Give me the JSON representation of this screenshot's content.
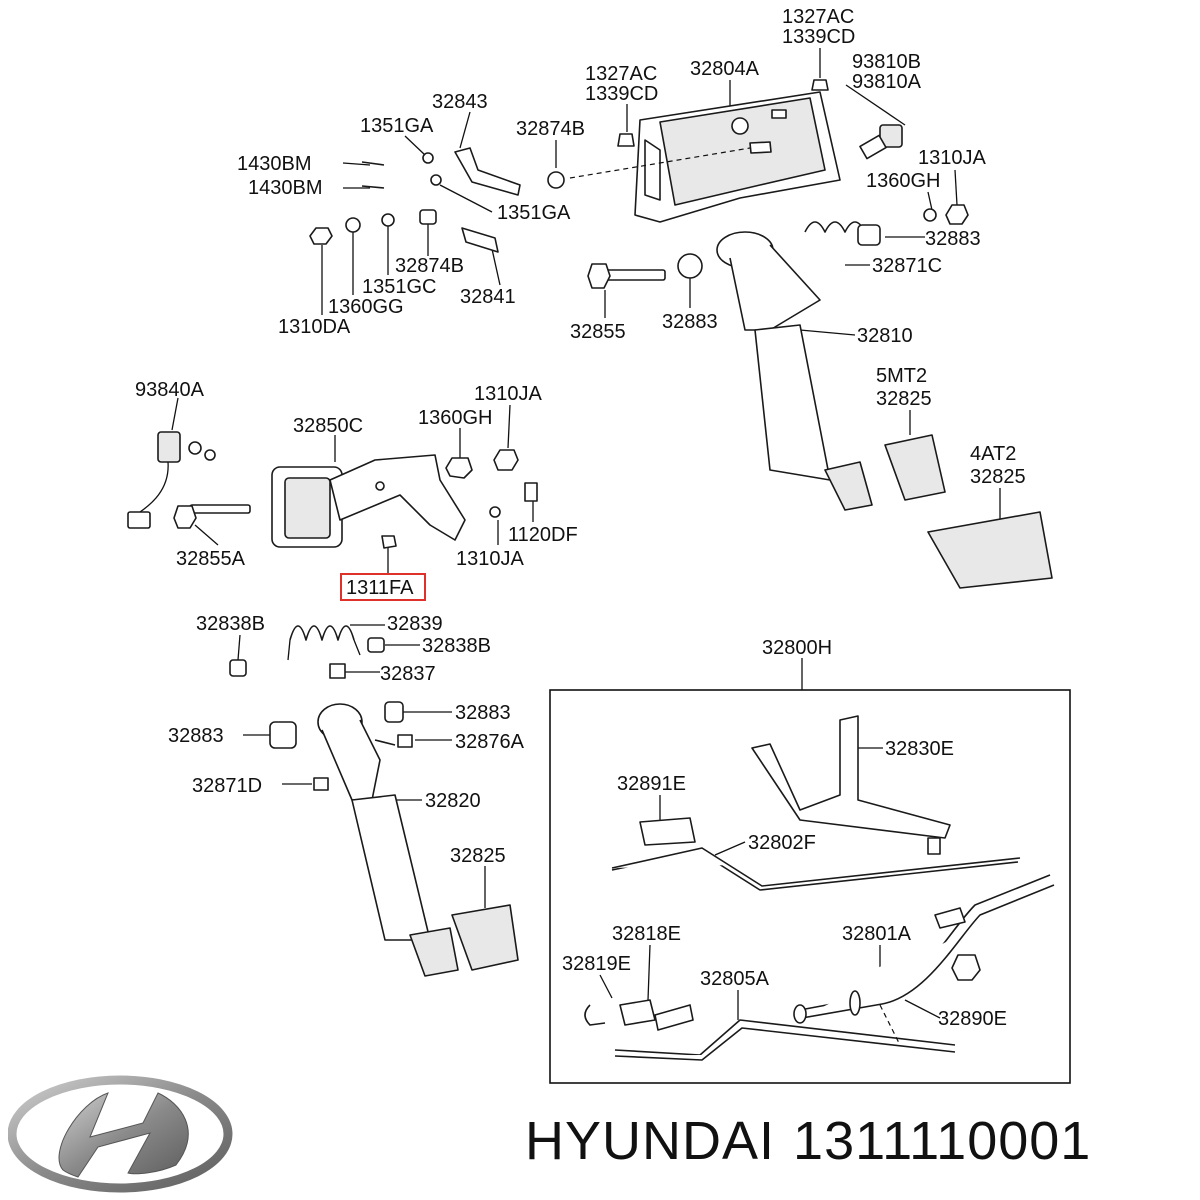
{
  "parts": [
    {
      "id": "p1327AC_a",
      "text": "1327AC"
    },
    {
      "id": "p1339CD_a",
      "text": "1339CD"
    },
    {
      "id": "p1327AC_b",
      "text": "1327AC"
    },
    {
      "id": "p1339CD_b",
      "text": "1339CD"
    },
    {
      "id": "p32804A",
      "text": "32804A"
    },
    {
      "id": "p93810B",
      "text": "93810B"
    },
    {
      "id": "p93810A",
      "text": "93810A"
    },
    {
      "id": "p32843",
      "text": "32843"
    },
    {
      "id": "p1351GA_a",
      "text": "1351GA"
    },
    {
      "id": "p32874B_a",
      "text": "32874B"
    },
    {
      "id": "p1310JA_a",
      "text": "1310JA"
    },
    {
      "id": "p1430BM_a",
      "text": "1430BM"
    },
    {
      "id": "p1430BM_b",
      "text": "1430BM"
    },
    {
      "id": "p1360GH_a",
      "text": "1360GH"
    },
    {
      "id": "p1351GA_b",
      "text": "1351GA"
    },
    {
      "id": "p32883_a",
      "text": "32883"
    },
    {
      "id": "p32871C",
      "text": "32871C"
    },
    {
      "id": "p32874B_b",
      "text": "32874B"
    },
    {
      "id": "p1351GC",
      "text": "1351GC"
    },
    {
      "id": "p32841",
      "text": "32841"
    },
    {
      "id": "p1360GG",
      "text": "1360GG"
    },
    {
      "id": "p1310DA",
      "text": "1310DA"
    },
    {
      "id": "p32855",
      "text": "32855"
    },
    {
      "id": "p32883_b",
      "text": "32883"
    },
    {
      "id": "p32810",
      "text": "32810"
    },
    {
      "id": "p93840A",
      "text": "93840A"
    },
    {
      "id": "p1310JA_b",
      "text": "1310JA"
    },
    {
      "id": "p5MT2",
      "text": "5MT2"
    },
    {
      "id": "p32825_a",
      "text": "32825"
    },
    {
      "id": "p32850C",
      "text": "32850C"
    },
    {
      "id": "p1360GH_b",
      "text": "1360GH"
    },
    {
      "id": "p4AT2",
      "text": "4AT2"
    },
    {
      "id": "p32825_b",
      "text": "32825"
    },
    {
      "id": "p1120DF",
      "text": "1120DF"
    },
    {
      "id": "p32855A",
      "text": "32855A"
    },
    {
      "id": "p1310JA_c",
      "text": "1310JA"
    },
    {
      "id": "p1311FA",
      "text": "1311FA"
    },
    {
      "id": "p32838B_a",
      "text": "32838B"
    },
    {
      "id": "p32839",
      "text": "32839"
    },
    {
      "id": "p32838B_b",
      "text": "32838B"
    },
    {
      "id": "p32837",
      "text": "32837"
    },
    {
      "id": "p32800H",
      "text": "32800H"
    },
    {
      "id": "p32883_c",
      "text": "32883"
    },
    {
      "id": "p32883_d",
      "text": "32883"
    },
    {
      "id": "p32876A",
      "text": "32876A"
    },
    {
      "id": "p32830E",
      "text": "32830E"
    },
    {
      "id": "p32871D",
      "text": "32871D"
    },
    {
      "id": "p32891E",
      "text": "32891E"
    },
    {
      "id": "p32820",
      "text": "32820"
    },
    {
      "id": "p32802F",
      "text": "32802F"
    },
    {
      "id": "p32825_c",
      "text": "32825"
    },
    {
      "id": "p32818E",
      "text": "32818E"
    },
    {
      "id": "p32801A",
      "text": "32801A"
    },
    {
      "id": "p32819E",
      "text": "32819E"
    },
    {
      "id": "p32805A",
      "text": "32805A"
    },
    {
      "id": "p32890E",
      "text": "32890E"
    }
  ],
  "highlight": {
    "part_id": "p1311FA",
    "color": "#e0302a"
  },
  "footer": {
    "brand": "HYUNDAI",
    "part_number": "1311110001"
  },
  "logo": {
    "icon": "hyundai-logo-icon",
    "color": "#8a8a8a"
  }
}
